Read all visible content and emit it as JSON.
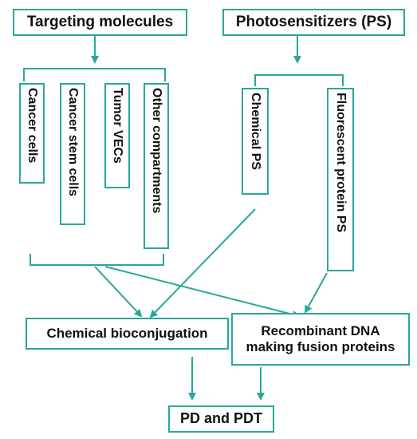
{
  "boxes": {
    "targeting": "Targeting molecules",
    "photosensitizers": "Photosensitizers (PS)",
    "cancer_cells": "Cancer cells",
    "cancer_stem_cells": "Cancer stem cells",
    "tumor_vecs": "Tumor VECs",
    "other_compartments": "Other compartments",
    "chemical_ps": "Chemical PS",
    "fluorescent_ps": "Fluorescent protein PS",
    "chemical_bioconjugation": "Chemical bioconjugation",
    "recombinant_line1": "Recombinant DNA",
    "recombinant_line2": "making fusion proteins",
    "pd_pdt": "PD and PDT"
  },
  "colors": {
    "accent": "#2aa79a",
    "text": "#111111"
  }
}
